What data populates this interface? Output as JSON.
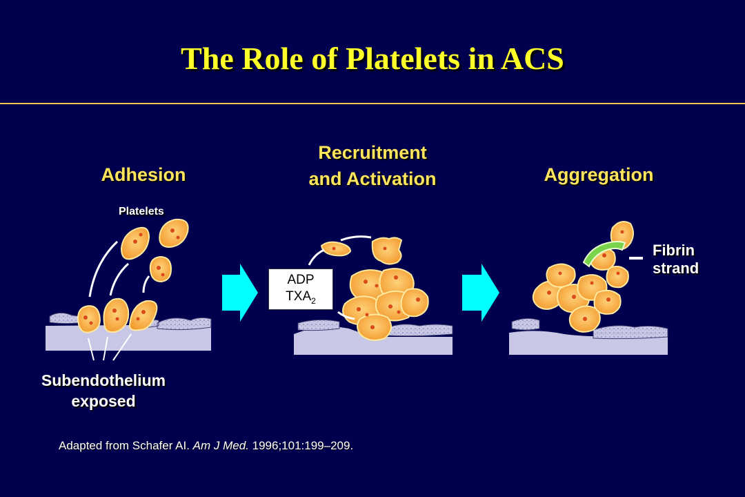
{
  "slide": {
    "title": "The Role of Platelets in ACS"
  },
  "stages": {
    "adhesion": "Adhesion",
    "recruitment_line1": "Recruitment",
    "recruitment_line2": "and Activation",
    "aggregation": "Aggregation"
  },
  "labels": {
    "platelets": "Platelets",
    "subendothelium_line1": "Subendothelium",
    "subendothelium_line2": "exposed",
    "fibrin_line1": "Fibrin",
    "fibrin_line2": "strand",
    "adp": "ADP",
    "txa": "TXA",
    "txa_sub": "2"
  },
  "citation": {
    "prefix": "Adapted from Schafer AI. ",
    "journal": "Am J Med.",
    "suffix": " 1996;101:199–209."
  },
  "colors": {
    "background": "#00004e",
    "title": "#ffff2a",
    "stage_label": "#ffe55c",
    "platelet_fill": "#f7a93a",
    "platelet_edge": "#fde9a0",
    "platelet_dot": "#d94a1a",
    "arrow": "#00ffff",
    "tissue": "#c8c8e6",
    "fibrin": "#7ad44b"
  }
}
